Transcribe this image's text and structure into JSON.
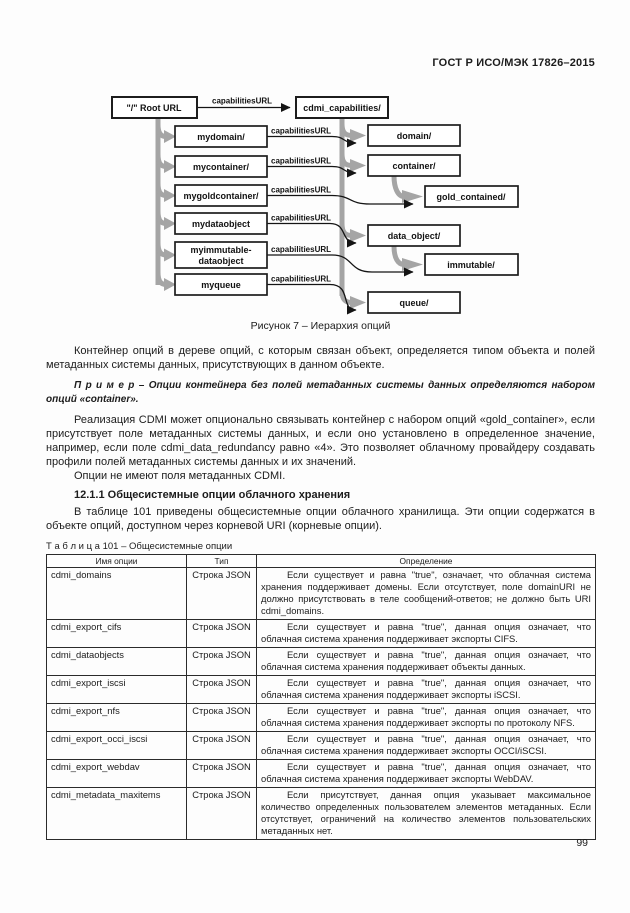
{
  "page": {
    "header": "ГОСТ Р ИСО/МЭК 17826–2015",
    "page_number": "99"
  },
  "figure": {
    "caption": "Рисунок 7 – Иерархия опций",
    "arrow_label": "capabilitiesURL",
    "nodes": {
      "root": "\"/\" Root URL",
      "cdmi_capabilities": "cdmi_capabilities/",
      "mydomain": "mydomain/",
      "mycontainer": "mycontainer/",
      "mygoldcontainer": "mygoldcontainer/",
      "mydataobject": "mydataobject",
      "myimmutable_line1": "myimmutable-",
      "myimmutable_line2": "dataobject",
      "myqueue": "myqueue",
      "domain": "domain/",
      "container": "container/",
      "gold_contained": "gold_contained/",
      "data_object": "data_object/",
      "immutable": "immutable/",
      "queue": "queue/"
    }
  },
  "content": {
    "para1": "Контейнер опций в дереве опций, с которым связан объект, определяется типом объекта и полей метаданных системы данных, присутствующих в данном объекте.",
    "example_label": "П р и м е р",
    "example_text": " – Опции контейнера без полей метаданных системы данных определяются набором опций «container».",
    "para2": "Реализация CDMI может опционально связывать контейнер с набором опций «gold_container», если присутствует поле метаданных системы данных, и если оно установлено в определенное значение, например, если поле cdmi_data_redundancy равно «4». Это позволяет облачному провайдеру создавать профили полей метаданных системы данных и их значений.",
    "para3": "Опции не имеют поля метаданных CDMI.",
    "heading": "12.1.1 Общесистемные опции облачного хранения",
    "para4": "В таблице 101 приведены общесистемные опции облачного хранилища. Эти опции содержатся в объекте опций, доступном через корневой URI (корневые опции)."
  },
  "table": {
    "label": "Т а б л и ц а  101 – Общесистемные опции",
    "columns": [
      "Имя опции",
      "Тип",
      "Определение"
    ],
    "rows": [
      {
        "name": "cdmi_domains",
        "type": "Строка JSON",
        "definition": "Если существует и равна \"true\", означает, что облачная система хранения поддерживает домены. Если отсутствует, поле domainURI не должно присутствовать в теле сообщений-ответов; не должно быть URI cdmi_domains."
      },
      {
        "name": "cdmi_export_cifs",
        "type": "Строка JSON",
        "definition": "Если существует и равна \"true\", данная опция означает, что облачная система хранения поддерживает экспорты CIFS."
      },
      {
        "name": "cdmi_dataobjects",
        "type": "Строка JSON",
        "definition": "Если существует и равна \"true\", данная опция означает, что облачная система хранения поддерживает объекты данных."
      },
      {
        "name": "cdmi_export_iscsi",
        "type": "Строка JSON",
        "definition": "Если существует и равна \"true\", данная опция означает, что облачная система хранения поддерживает экспорты iSCSI."
      },
      {
        "name": "cdmi_export_nfs",
        "type": "Строка JSON",
        "definition": "Если существует и равна \"true\", данная опция означает, что облачная система хранения поддерживает экспорты по протоколу NFS."
      },
      {
        "name": "cdmi_export_occi_iscsi",
        "type": "Строка JSON",
        "definition": "Если существует и равна \"true\", данная опция означает, что облачная система хранения поддерживает экспорты OCCI/iSCSI."
      },
      {
        "name": "cdmi_export_webdav",
        "type": "Строка JSON",
        "definition": "Если существует и равна \"true\", данная опция означает, что облачная система хранения поддерживает экспорты WebDAV."
      },
      {
        "name": "cdmi_metadata_maxitems",
        "type": "Строка JSON",
        "definition": "Если присутствует, данная опция указывает максимальное количество определенных пользователем элементов метаданных. Если отсутствует, ограничений на количество элементов пользовательских метаданных нет."
      }
    ]
  }
}
